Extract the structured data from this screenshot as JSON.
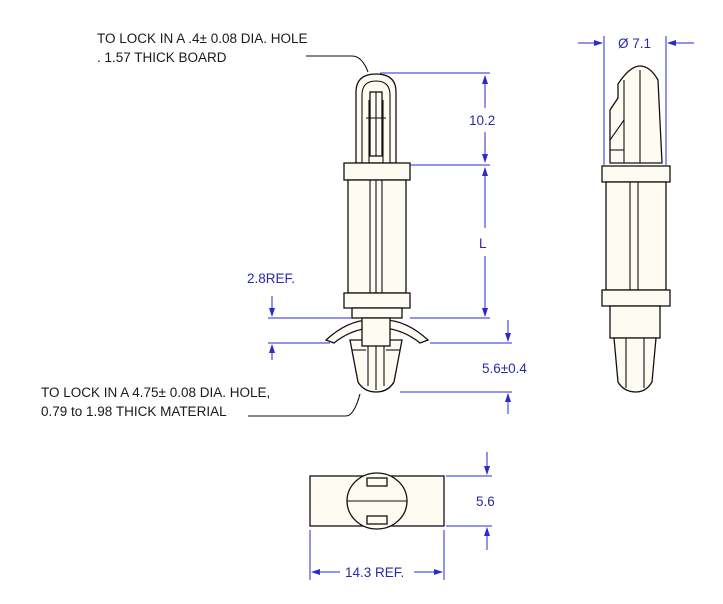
{
  "notes": {
    "top_line1": "TO LOCK IN A .4± 0.08 DIA. HOLE",
    "top_line2": ". 1.57 THICK BOARD",
    "bottom_line1": "TO LOCK IN A  4.75± 0.08  DIA. HOLE,",
    "bottom_line2": "0.79 to 1.98   THICK MATERIAL"
  },
  "dimensions": {
    "head_height": "10.2",
    "body_length": "L",
    "flange_ref": "2.8REF.",
    "base_height": "5.6±0.4",
    "diameter": "Ø 7.1",
    "bottom_width": "5.6",
    "bottom_length": "14.3 REF."
  },
  "colors": {
    "dimension": "#2a2ad0",
    "outline": "#111111",
    "part_fill": "#fefbf2"
  }
}
